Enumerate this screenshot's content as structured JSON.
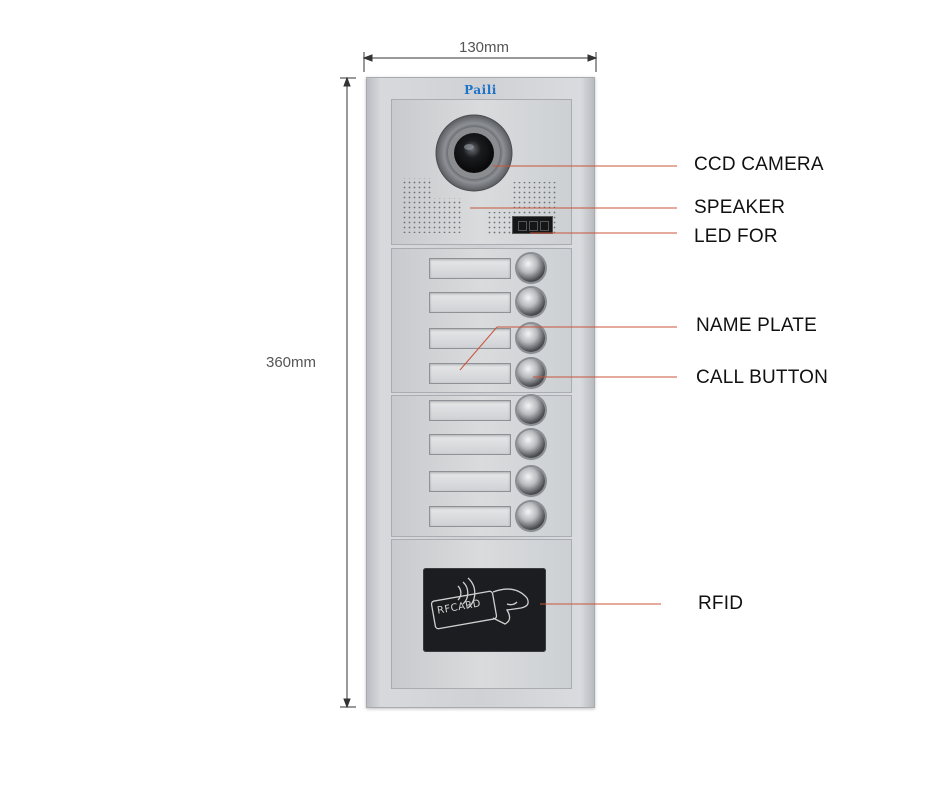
{
  "dimensions": {
    "width_label": "130mm",
    "height_label": "360mm"
  },
  "brand": "Paili",
  "rfid_card_text": "RFCARD",
  "callouts": {
    "ccd_camera": "CCD CAMERA",
    "speaker": "SPEAKER",
    "led": "LED FOR",
    "name_plate": "NAME PLATE",
    "call_button": "CALL BUTTON",
    "rfid": "RFID"
  },
  "colors": {
    "brand": "#1e73c8",
    "leader_line": "#c8553a",
    "panel": "#d3d5d8"
  },
  "icons": [
    "camera-lens-icon",
    "speaker-grille-icon",
    "led-display-icon",
    "call-button-icon",
    "rfid-card-icon"
  ]
}
